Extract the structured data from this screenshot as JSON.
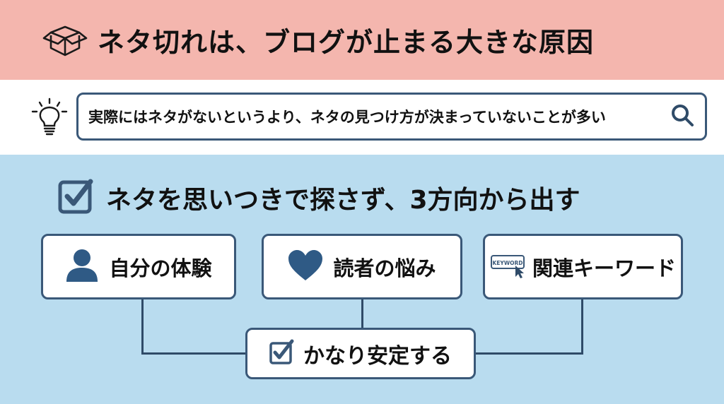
{
  "header": {
    "title": "ネタ切れは、ブログが止まる大きな原因",
    "icon": "open-box-icon",
    "background": "#f4b6ae"
  },
  "insight": {
    "icon": "lightbulb-icon",
    "text": "実際にはネタがないというより、ネタの見つけ方が決まっていないことが多い",
    "trailing_icon": "search-icon"
  },
  "solution": {
    "icon": "checkbox-icon",
    "title": "ネタを思いつきで探さず、3方向から出す",
    "background": "#b9dcef"
  },
  "sources": [
    {
      "label": "自分の体験",
      "icon": "person-icon"
    },
    {
      "label": "読者の悩み",
      "icon": "heart-icon"
    },
    {
      "label": "関連キーワード",
      "icon": "keyword-cursor-icon",
      "icon_text": "KEYWORD"
    }
  ],
  "result": {
    "label": "かなり安定する",
    "icon": "checkbox-icon"
  },
  "colors": {
    "accent": "#2f4b68",
    "border": "#3a5878"
  }
}
